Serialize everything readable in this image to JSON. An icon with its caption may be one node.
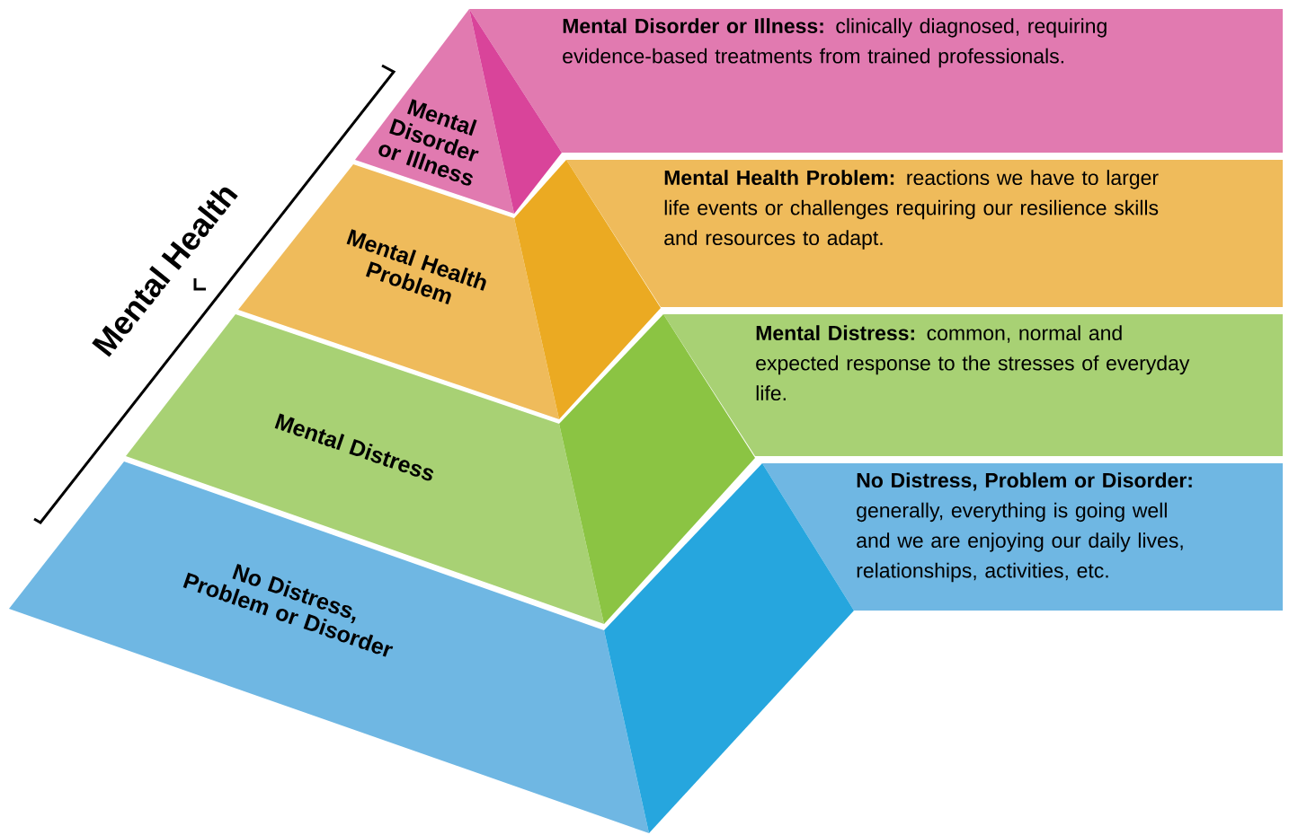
{
  "diagram": {
    "nodes": [
      {
        "text": [
          "Mental Disorder or Illness"
        ]
      },
      {
        "text": [
          "Mental Health Problem"
        ]
      },
      {
        "text": [
          "Mental Distress"
        ]
      },
      {
        "text": [
          "No Distress, Problem or Disorder"
        ]
      },
      {
        "text": [
          "**Mental Disorder or Illness:** clinically diagnosed, requiring evidence-based treatments from trained professionals."
        ]
      },
      {
        "text": [
          "**Mental Health Problem:** reactions we have to larger life events or challenges requiring our resilience skills and resources to adapt."
        ]
      },
      {
        "text": [
          "**Mental Distress:** common, normal and expected response to the stresses of everyday life."
        ]
      },
      {
        "text": [
          "**No Distress, Problem or Disorder:** generally, everything is going well and we are enjoying our daily lives, relationships, activities, etc."
        ]
      }
    ],
    "labels": [
      "Mental Health"
    ]
  }
}
